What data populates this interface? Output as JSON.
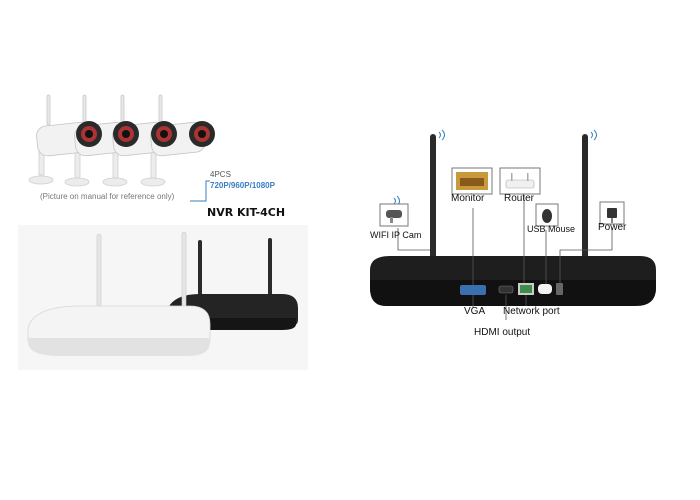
{
  "left": {
    "count_label": "4PCS",
    "resolutions": "720P/960P/1080P",
    "note": "(Picture on manual for reference only)",
    "kit_title": "NVR KIT-4CH"
  },
  "right": {
    "labels": {
      "wifi_cam": "WIFI IP Cam",
      "monitor": "Monitor",
      "router": "Router",
      "usb_mouse": "USB Mouse",
      "power": "Power",
      "vga": "VGA",
      "network_port": "Network port",
      "hdmi_output": "HDMI output"
    }
  },
  "colors": {
    "accent_blue": "#3a7fc0",
    "device_black": "#1e1e1e",
    "device_white": "#ececec"
  }
}
